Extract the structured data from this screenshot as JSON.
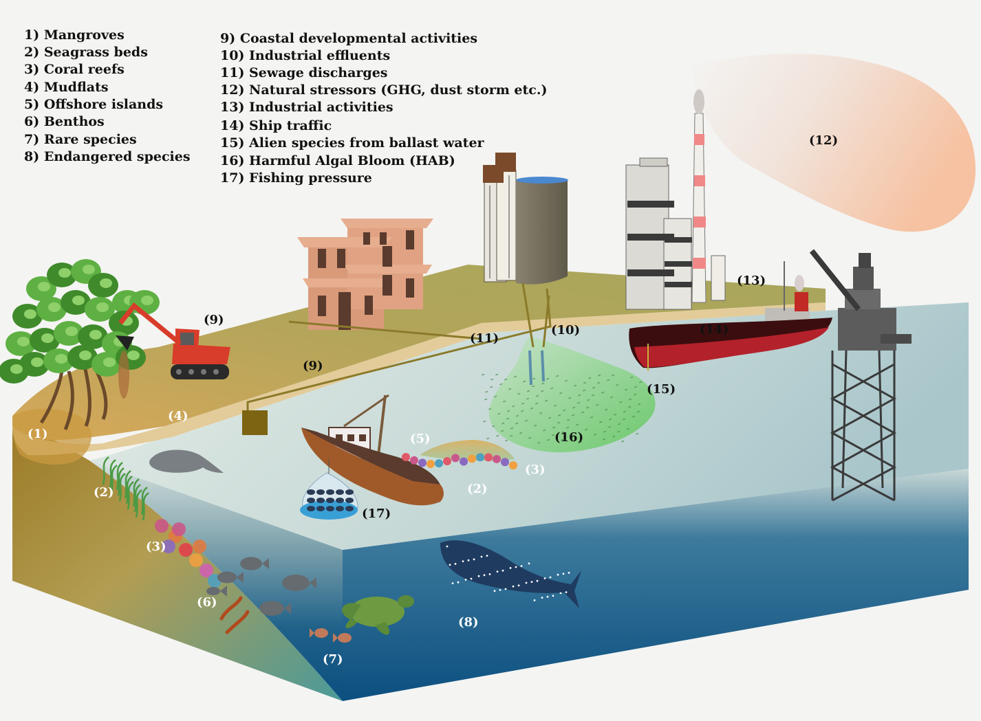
{
  "legend": {
    "col1": [
      "1) Mangroves",
      "2) Seagrass beds",
      "3) Coral reefs",
      "4) Mudflats",
      "5) Offshore islands",
      "6) Benthos",
      "7) Rare species",
      "8) Endangered species"
    ],
    "col2": [
      "9) Coastal developmental activities",
      "10) Industrial effluents",
      "11) Sewage discharges",
      "12) Natural stressors (GHG, dust storm etc.)",
      "13) Industrial activities",
      "14) Ship traffic",
      "15) Alien species from ballast water",
      "16) Harmful Algal Bloom (HAB)",
      "17) Fishing pressure"
    ]
  },
  "labels": {
    "l1": "(1)",
    "l2a": "(2)",
    "l2b": "(2)",
    "l3a": "(3)",
    "l3b": "(3)",
    "l4": "(4)",
    "l5": "(5)",
    "l6": "(6)",
    "l7": "(7)",
    "l8": "(8)",
    "l9a": "(9)",
    "l9b": "(9)",
    "l10": "(10)",
    "l11": "(11)",
    "l12": "(12)",
    "l13": "(13)",
    "l14": "(14)",
    "l15": "(15)",
    "l16": "(16)",
    "l17": "(17)"
  },
  "colors": {
    "land": "#b3a55a",
    "sand": "#e3cc9a",
    "deep_water": "#0c4f80",
    "shallow_water": "#c8d9d6",
    "plume": "#f6c7ad"
  }
}
